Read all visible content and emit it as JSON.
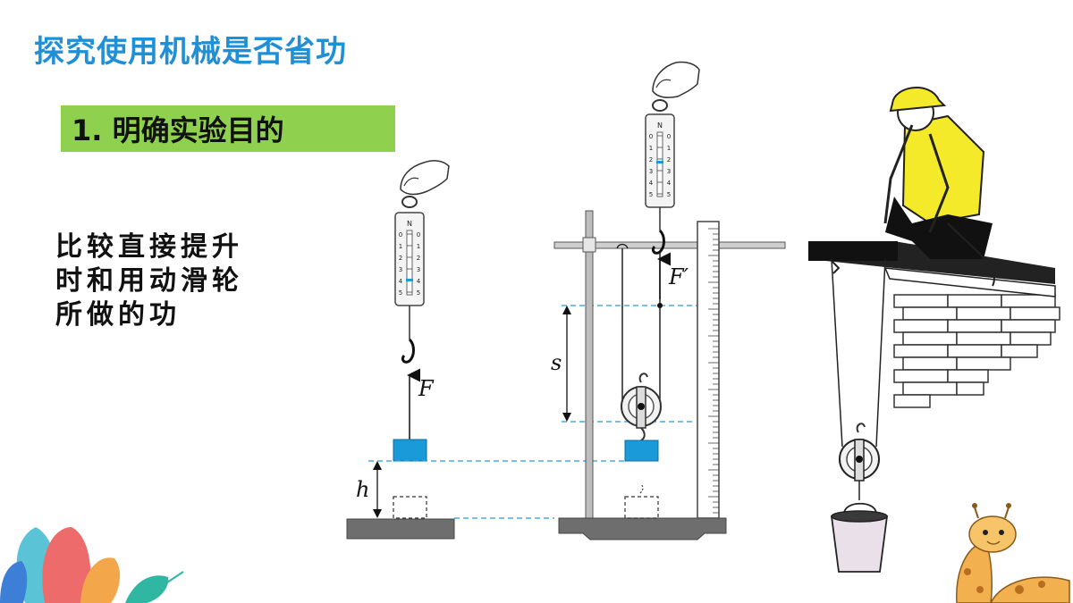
{
  "slide": {
    "title": "探究使用机械是否省功",
    "section_label": "1. 明确实验目的",
    "body_lines": [
      "比较直接提升",
      "时和用动滑轮",
      "所做的功"
    ]
  },
  "diagram": {
    "label_F": "F",
    "label_F_prime": "F′",
    "label_s": "s",
    "label_h": "h",
    "scale_unit": "N",
    "scale_ticks": [
      "0",
      "1",
      "2",
      "3",
      "4",
      "5"
    ]
  },
  "colors": {
    "title": "#1f8fd6",
    "section_bar": "#8fd14f",
    "block": "#1a9ad9",
    "dashed_line": "#2a9ad8",
    "base": "#6e6e6e",
    "worker_shirt": "#f5ea2a"
  }
}
